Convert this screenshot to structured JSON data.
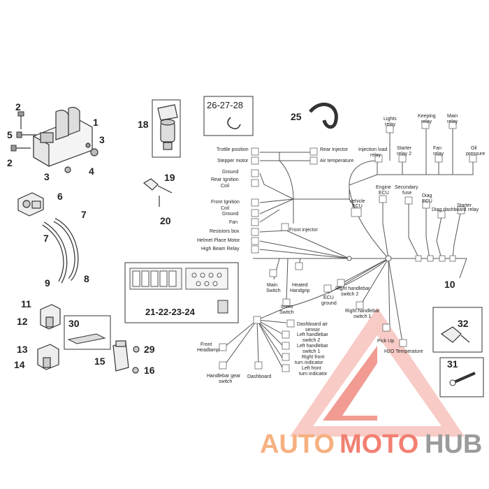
{
  "refs": {
    "r1": "1",
    "r2a": "2",
    "r2b": "2",
    "r3a": "3",
    "r3b": "3",
    "r4": "4",
    "r5": "5",
    "r6": "6",
    "r7a": "7",
    "r7b": "7",
    "r8": "8",
    "r9": "9",
    "r10": "10",
    "r11": "11",
    "r12": "12",
    "r13": "13",
    "r14": "14",
    "r15": "15",
    "r16": "16",
    "r18": "18",
    "r19": "19",
    "r20": "20",
    "r25": "25",
    "r29": "29",
    "r30": "30",
    "r31": "31",
    "r32": "32",
    "r262728": "26-27-28",
    "r21_24": "21-22-23-24"
  },
  "labels": {
    "throttle_position": "Trottle position",
    "stepper_motor": "Stepper motor",
    "ground1": "Ground",
    "rear_ignition_coil_1": "Rear Ignition",
    "rear_ignition_coil_2": "Coil",
    "front_ignition_1": "Front Ignition",
    "front_ignition_2": "Coil",
    "ground2": "Ground",
    "fan": "Fan",
    "resistors_box": "Resistors box",
    "helmet_place_motor": "Helmet Place Motor",
    "high_beam_relay": "High Beam Relay",
    "rear_injector": "Rear Injector",
    "air_temperature": "Air temperature",
    "injection_load_relay_1": "Injection load",
    "injection_load_relay_2": "relay",
    "lights_relay_1": "Lights",
    "lights_relay_2": "relay",
    "starter_relay2_1": "Starter",
    "starter_relay2_2": "relay 2",
    "keeping_relay_1": "Keeping",
    "keeping_relay_2": "relay",
    "main_relay_1": "Main",
    "main_relay_2": "relay",
    "fan_relay_1": "Fan",
    "fan_relay_2": "relay",
    "oil_pressure_1": "Oil",
    "oil_pressure_2": "pressure",
    "engine_ecu_1": "Engine",
    "engine_ecu_2": "ECU",
    "secondary_fuse_1": "Secondary",
    "secondary_fuse_2": "fuse",
    "diag_ecu_1": "Diag",
    "diag_ecu_2": "ECU",
    "diag_dashboard": "Diag dashboard",
    "starter_relay_1": "Starter",
    "starter_relay_2": "relay",
    "vehicle_ecu_1": "Vehicle",
    "vehicle_ecu_2": "ECU",
    "front_injector": "Front injector",
    "main_switch_1": "Main",
    "main_switch_2": "Switch",
    "heated_handgrip_1": "Heated",
    "heated_handgrip_2": "Handgrip",
    "ecu_ground_1": "ECU",
    "ecu_ground_2": "ground",
    "right_handlebar_switch2_1": "Right handlebar",
    "right_handlebar_switch2_2": "switch 2",
    "right_handlebar_switch1_1": "Right handlebar",
    "right_handlebar_switch1_2": "switch 1",
    "immo_switch_1": "Immo",
    "immo_switch_2": "Switch",
    "dashboard_air_sensor_1": "Dashboard air",
    "dashboard_air_sensor_2": "sensor",
    "left_handlebar_switch2_1": "Left handlebar",
    "left_handlebar_switch2_2": "switch 2",
    "left_handlebar_switch1_1": "Left handlebar",
    "left_handlebar_switch1_2": "switch 1",
    "right_front_turn_1": "Right front",
    "right_front_turn_2": "turn indicator",
    "left_front_turn_1": "Left front",
    "left_front_turn_2": "turn indicator",
    "front_headlamp_1": "Front",
    "front_headlamp_2": "Headlamp",
    "handlebar_gear_switch_1": "Handlebar gear",
    "handlebar_gear_switch_2": "switch",
    "dashboard": "Dashboard",
    "pick_up": "Pick Up",
    "h2o_temperature": "H2O Temperature"
  },
  "watermark": {
    "part1": "AUTO",
    "part2": "MOTO",
    "part3": "HUB",
    "color_auto": "#f5a36a",
    "color_moto": "#ef6a5a",
    "color_hub": "#8a8a8a"
  },
  "colors": {
    "line": "#555555",
    "ink": "#222222"
  }
}
